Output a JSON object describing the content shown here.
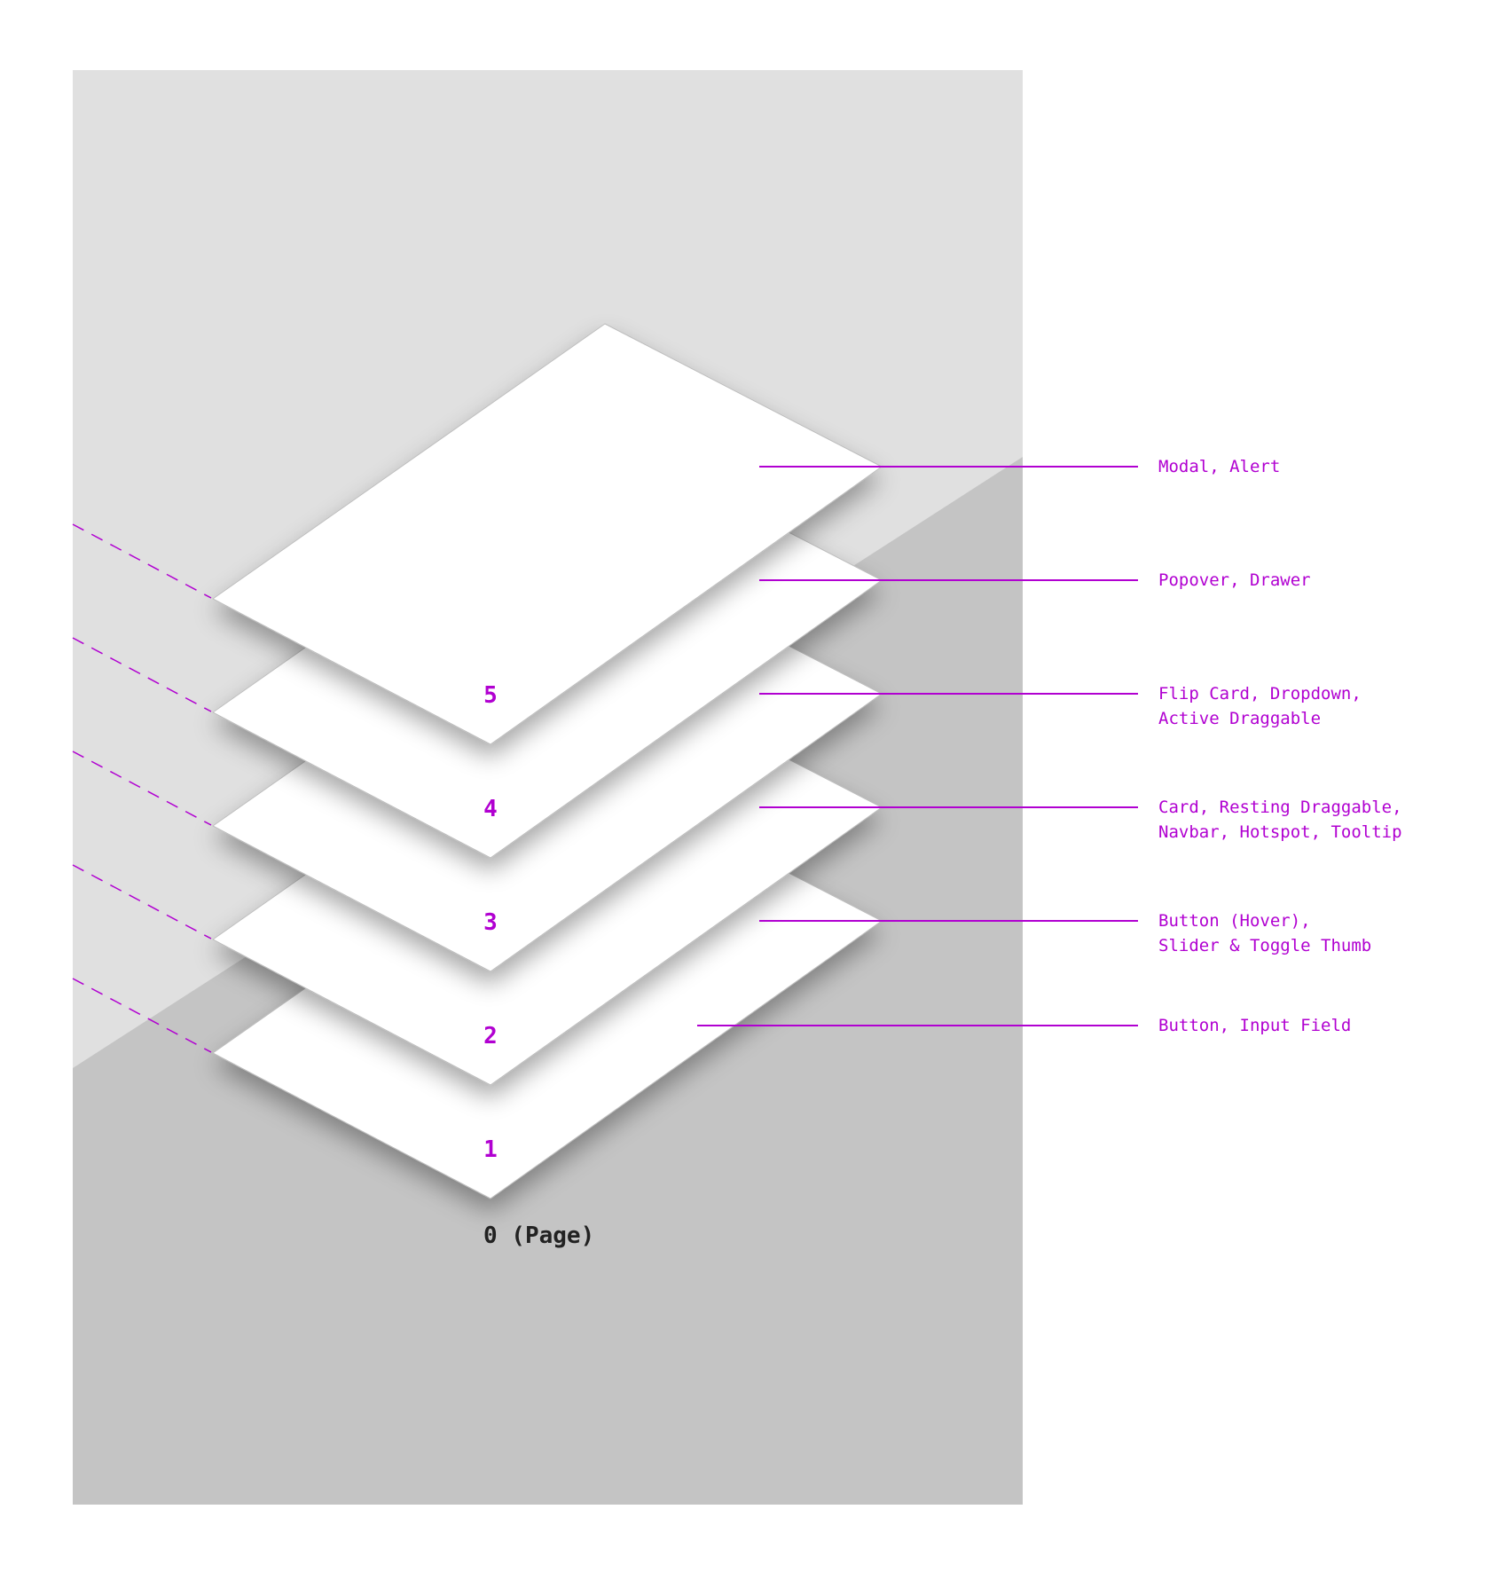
{
  "colors": {
    "accent": "#b100d1",
    "panel_light": "#e0e0e0",
    "panel_dark": "#c4c4c4",
    "card": "#ffffff"
  },
  "base_label": "0 (Page)",
  "layers": [
    {
      "number": "5",
      "label": "Modal, Alert"
    },
    {
      "number": "4",
      "label": "Popover, Drawer"
    },
    {
      "number": "3",
      "label": "Flip Card, Dropdown,\nActive Draggable"
    },
    {
      "number": "2",
      "label": "Card, Resting Draggable,\nNavbar, Hotspot, Tooltip"
    },
    {
      "number": "1",
      "label": "Button (Hover),\nSlider & Toggle Thumb"
    },
    {
      "number": "",
      "label": "Button, Input Field"
    }
  ]
}
